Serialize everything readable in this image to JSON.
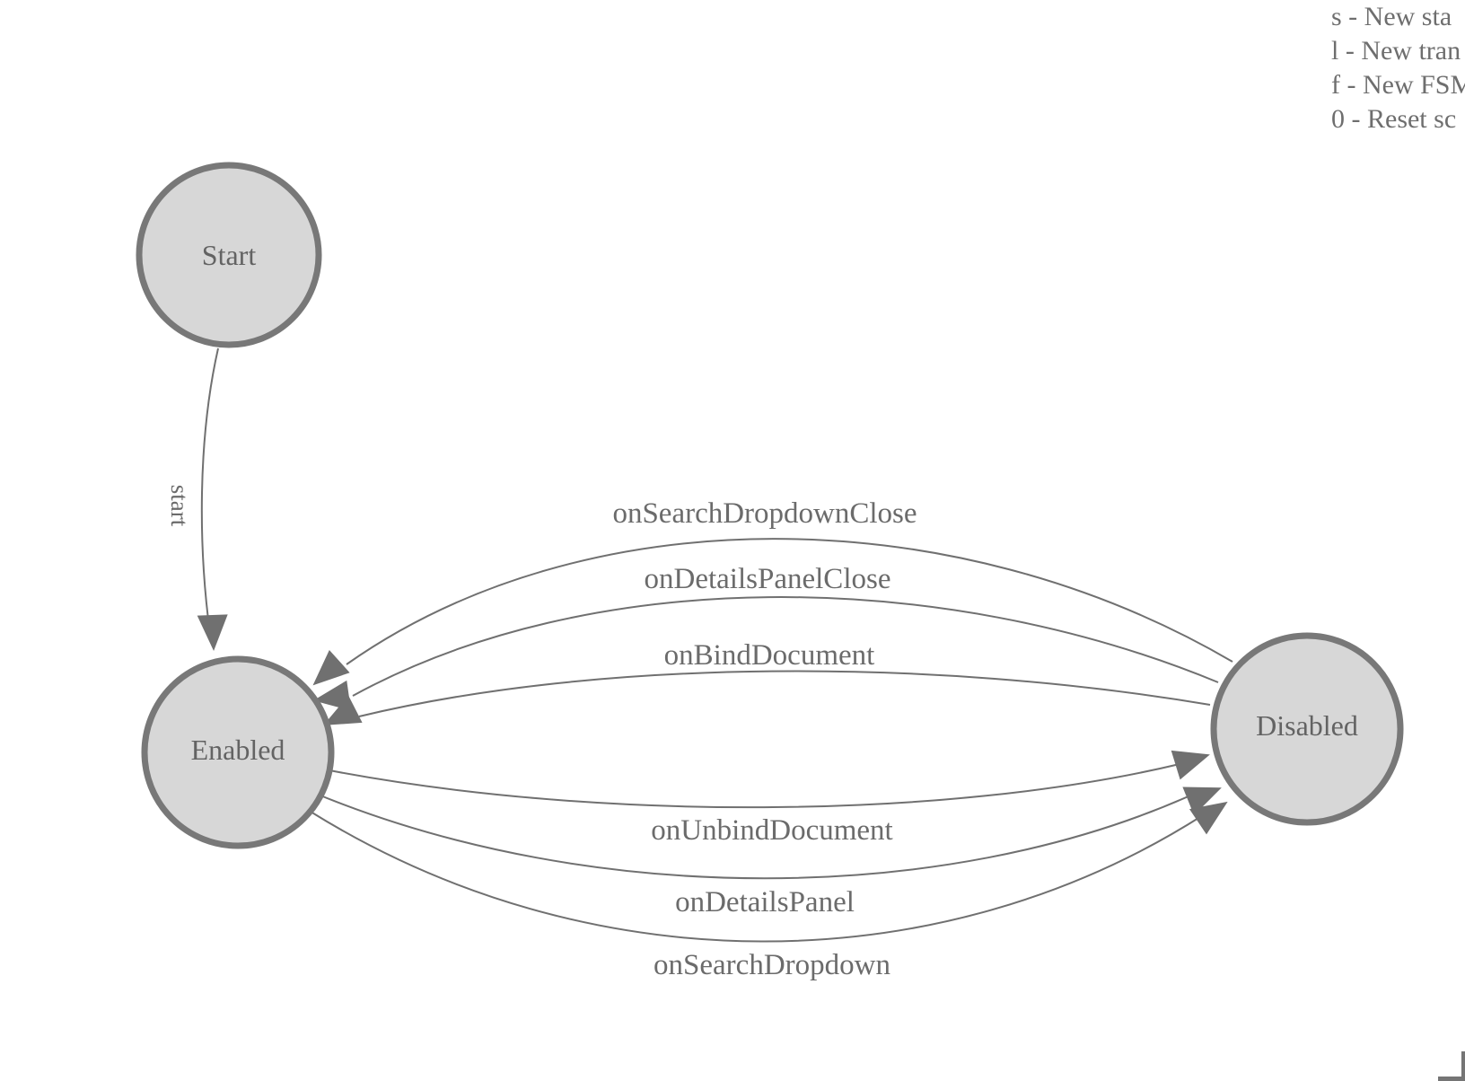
{
  "states": {
    "start": {
      "label": "Start"
    },
    "enabled": {
      "label": "Enabled"
    },
    "disabled": {
      "label": "Disabled"
    }
  },
  "transitions": {
    "start": {
      "label": "start",
      "from": "Start",
      "to": "Enabled"
    },
    "searchDropdownClose": {
      "label": "onSearchDropdownClose",
      "from": "Disabled",
      "to": "Enabled"
    },
    "detailsPanelClose": {
      "label": "onDetailsPanelClose",
      "from": "Disabled",
      "to": "Enabled"
    },
    "bindDocument": {
      "label": "onBindDocument",
      "from": "Disabled",
      "to": "Enabled"
    },
    "unbindDocument": {
      "label": "onUnbindDocument",
      "from": "Enabled",
      "to": "Disabled"
    },
    "detailsPanel": {
      "label": "onDetailsPanel",
      "from": "Enabled",
      "to": "Disabled"
    },
    "searchDropdown": {
      "label": "onSearchDropdown",
      "from": "Enabled",
      "to": "Disabled"
    }
  },
  "legend": {
    "lines": [
      "s - New sta",
      "l - New tran",
      "f - New FSM",
      "0 - Reset sc"
    ]
  },
  "colors": {
    "background": "#ffffff",
    "state_fill": "#d7d7d7",
    "state_stroke": "#787878",
    "edge_stroke": "#707070",
    "state_text": "#636363",
    "edge_text": "#6b6b6b",
    "legend_text": "#6e6e6e"
  }
}
